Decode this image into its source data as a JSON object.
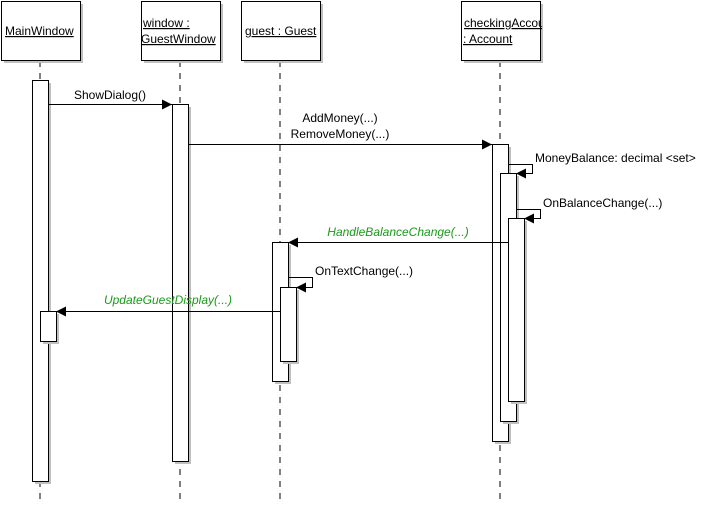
{
  "lifelines": [
    {
      "name_line1": "MainWindow",
      "name_line2": ""
    },
    {
      "name_line1": "window :",
      "name_line2": "GuestWindow"
    },
    {
      "name_line1": "guest : Guest",
      "name_line2": ""
    },
    {
      "name_line1": "checkingAccount",
      "name_line2": ": Account"
    }
  ],
  "messages": {
    "show_dialog": "ShowDialog()",
    "add_money": "AddMoney(...)",
    "remove_money": "RemoveMoney(...)",
    "money_balance": "MoneyBalance: decimal <set>",
    "on_balance_change": "OnBalanceChange(...)",
    "handle_balance_change": "HandleBalanceChange(...)",
    "on_text_change": "OnTextChange(...)",
    "update_guest_display": "UpdateGuestDisplay(...)"
  },
  "colors": {
    "async_message": "#1a9a1a"
  }
}
